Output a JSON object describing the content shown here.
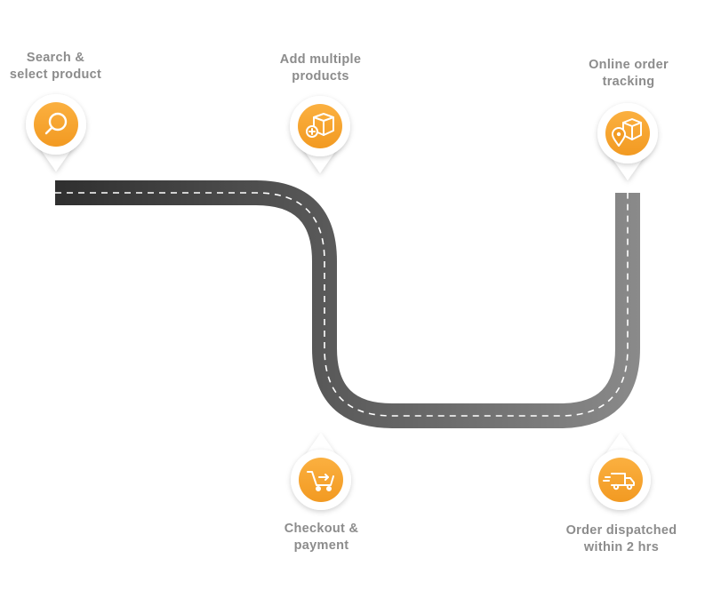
{
  "colors": {
    "road_dark": "#2f2f2f",
    "road_light": "#8a8a8a",
    "lane_marking": "#ffffff",
    "icon_orange": "#f29a22",
    "icon_orange_light": "#fbb040",
    "pin_background": "#ffffff",
    "label_text": "#8c8c8c"
  },
  "steps": [
    {
      "id": "search",
      "label_line1": "Search &",
      "label_line2": "select product",
      "icon": "magnifier-icon",
      "pin_direction": "down"
    },
    {
      "id": "add",
      "label_line1": "Add multiple",
      "label_line2": "products",
      "icon": "box-plus-icon",
      "pin_direction": "down"
    },
    {
      "id": "checkout",
      "label_line1": "Checkout &",
      "label_line2": "payment",
      "icon": "cart-icon",
      "pin_direction": "up"
    },
    {
      "id": "dispatch",
      "label_line1": "Order dispatched",
      "label_line2": "within 2 hrs",
      "icon": "delivery-truck-icon",
      "pin_direction": "up"
    },
    {
      "id": "tracking",
      "label_line1": "Online order",
      "label_line2": "tracking",
      "icon": "box-location-icon",
      "pin_direction": "down"
    }
  ]
}
